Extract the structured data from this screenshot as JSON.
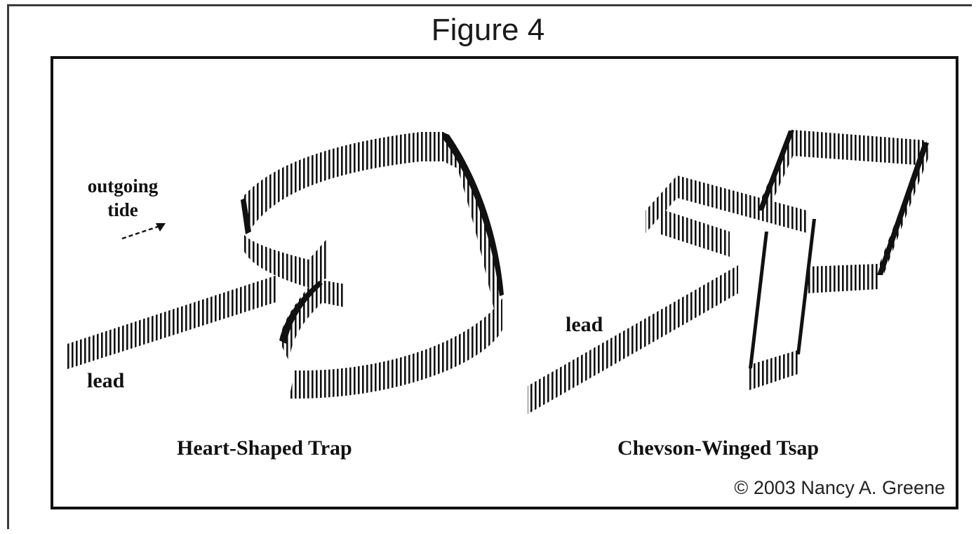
{
  "figure": {
    "title": "Figure 4",
    "copyright": "© 2003 Nancy A. Greene"
  },
  "left_trap": {
    "caption": "Heart-Shaped Trap",
    "lead_label": "lead",
    "tide_line1": "outgoing",
    "tide_line2": "tide"
  },
  "right_trap": {
    "caption": "Chevson-Winged Tsap",
    "lead_label": "lead"
  },
  "colors": {
    "ink": "#111111",
    "frame": "#3a3a3a"
  }
}
